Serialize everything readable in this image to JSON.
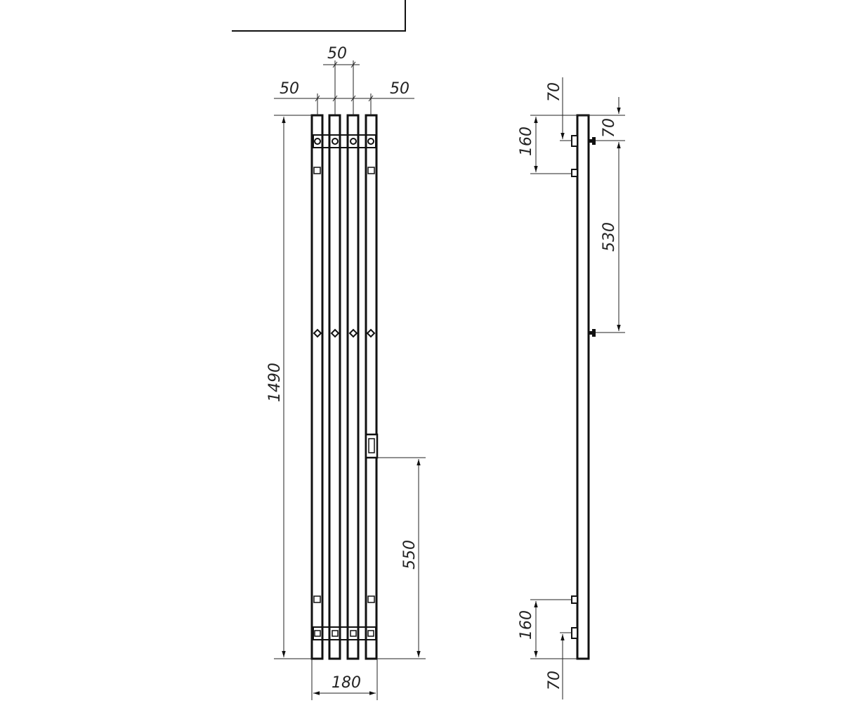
{
  "drawing": {
    "front_view": {
      "spacing_left": "50",
      "spacing_middle": "50",
      "spacing_right": "50",
      "height": "1490",
      "connection_height": "550",
      "width": "180"
    },
    "side_view": {
      "top_offset_left": "70",
      "top_bracket_spacing": "160",
      "top_offset_right": "70",
      "pin_spacing": "530",
      "bottom_bracket_spacing": "160",
      "bottom_offset": "70"
    }
  }
}
